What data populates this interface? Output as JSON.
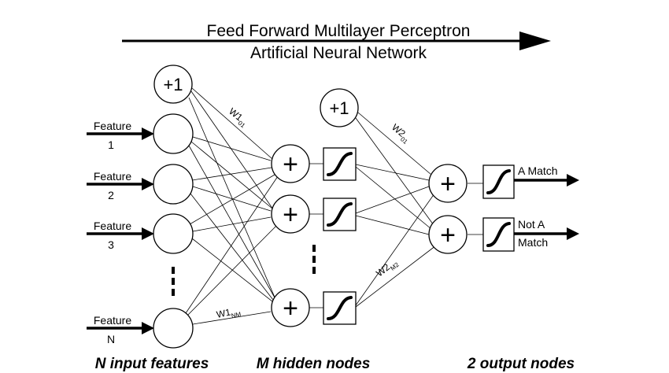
{
  "header": {
    "title_line1": "Feed Forward Multilayer Perceptron",
    "title_line2": "Artificial Neural Network"
  },
  "input_layer": {
    "bias_label": "+1",
    "features": [
      {
        "label": "Feature",
        "index": "1"
      },
      {
        "label": "Feature",
        "index": "2"
      },
      {
        "label": "Feature",
        "index": "3"
      },
      {
        "label": "Feature",
        "index": "N"
      }
    ],
    "footer": "N input features"
  },
  "hidden_layer": {
    "bias_label": "+1",
    "node_symbol": "+",
    "footer": "M hidden nodes"
  },
  "output_layer": {
    "node_symbol": "+",
    "outputs": [
      {
        "line1": "A Match",
        "line2": ""
      },
      {
        "line1": "Not A",
        "line2": "Match"
      }
    ],
    "footer": "2 output nodes"
  },
  "weights": {
    "w1_01": {
      "base": "W1",
      "sub": "01"
    },
    "w1_nm": {
      "base": "W1",
      "sub": "NM"
    },
    "w2_01": {
      "base": "W2",
      "sub": "01"
    },
    "w2_m2": {
      "base": "W2",
      "sub": "M2"
    }
  }
}
